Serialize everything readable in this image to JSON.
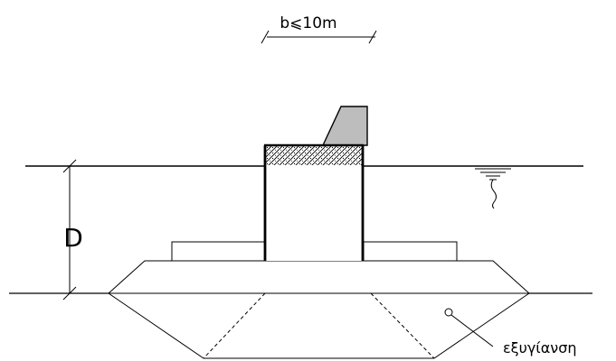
{
  "labels": {
    "width": "b⩽10m",
    "depth": "D",
    "material": "εξυγίανση"
  },
  "colors": {
    "line": "#000000",
    "crest_fill": "#bdbdbd",
    "background": "#ffffff"
  }
}
